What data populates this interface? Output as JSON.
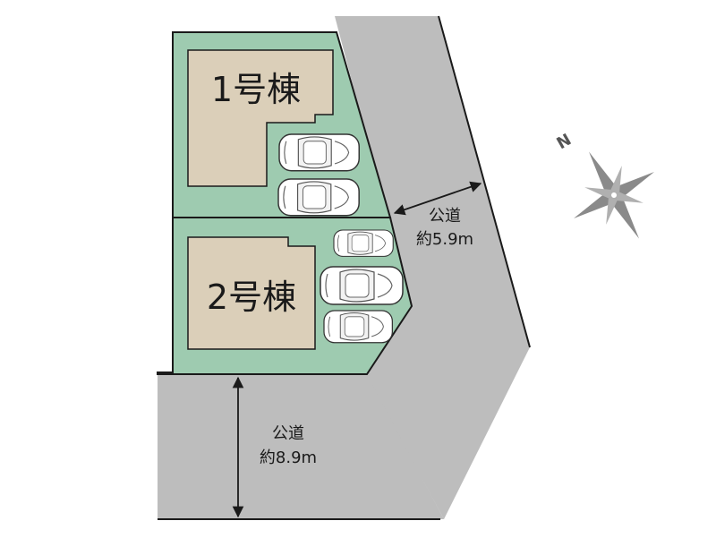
{
  "lots": [
    {
      "label": "1号棟"
    },
    {
      "label": "2号棟"
    }
  ],
  "roads": [
    {
      "name": "公道",
      "width": "約5.9m"
    },
    {
      "name": "公道",
      "width": "約8.9m"
    }
  ],
  "compass": {
    "letter": "N"
  },
  "colors": {
    "lot_fill": "#9ecbb0",
    "building_fill": "#dbcfb9",
    "road_fill": "#bdbdbd",
    "outline": "#1a1a1a"
  }
}
